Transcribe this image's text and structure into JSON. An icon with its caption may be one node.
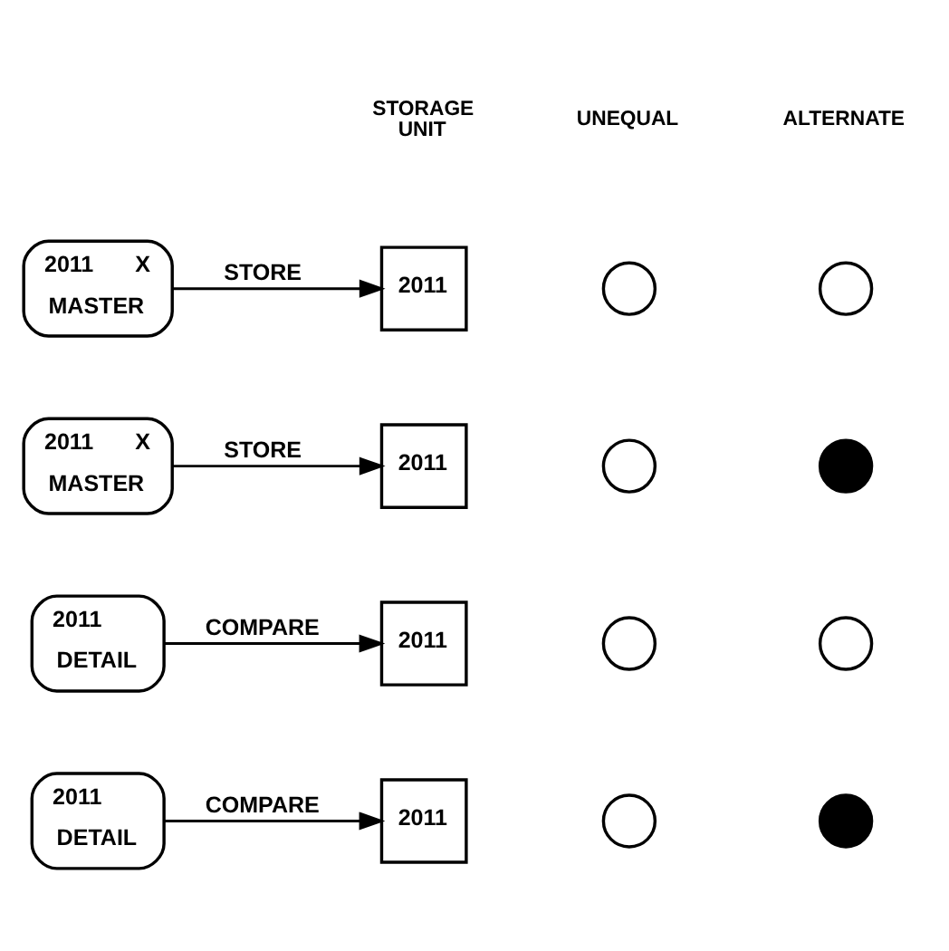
{
  "diagram": {
    "nodes": [
      {
        "text": [
          "2011",
          "X",
          "MASTER"
        ]
      },
      {
        "text": [
          "2011"
        ]
      },
      {
        "text": [],
        "shape": "circle"
      },
      {
        "text": [],
        "shape": "circle"
      },
      {
        "text": [
          "2011",
          "X",
          "MASTER"
        ]
      },
      {
        "text": [
          "2011"
        ]
      },
      {
        "text": [],
        "shape": "circle"
      },
      {
        "text": [],
        "shape": "disc"
      },
      {
        "text": [
          "2011",
          "DETAIL"
        ]
      },
      {
        "text": [
          "2011"
        ]
      },
      {
        "text": [],
        "shape": "circle"
      },
      {
        "text": [],
        "shape": "circle"
      },
      {
        "text": [
          "2011",
          "DETAIL"
        ]
      },
      {
        "text": [
          "2011"
        ]
      },
      {
        "text": [],
        "shape": "circle"
      },
      {
        "text": [],
        "shape": "disc"
      }
    ],
    "edges": [
      {
        "from": 0,
        "to": 1,
        "arrow": "to",
        "label": "STORE"
      },
      {
        "from": 4,
        "to": 5,
        "arrow": "to",
        "label": "STORE"
      },
      {
        "from": 8,
        "to": 9,
        "arrow": "to",
        "label": "COMPARE"
      },
      {
        "from": 12,
        "to": 13,
        "arrow": "to",
        "label": "COMPARE"
      }
    ],
    "labels": [
      "STORAGE UNIT",
      "UNEQUAL",
      "ALTERNATE"
    ]
  }
}
